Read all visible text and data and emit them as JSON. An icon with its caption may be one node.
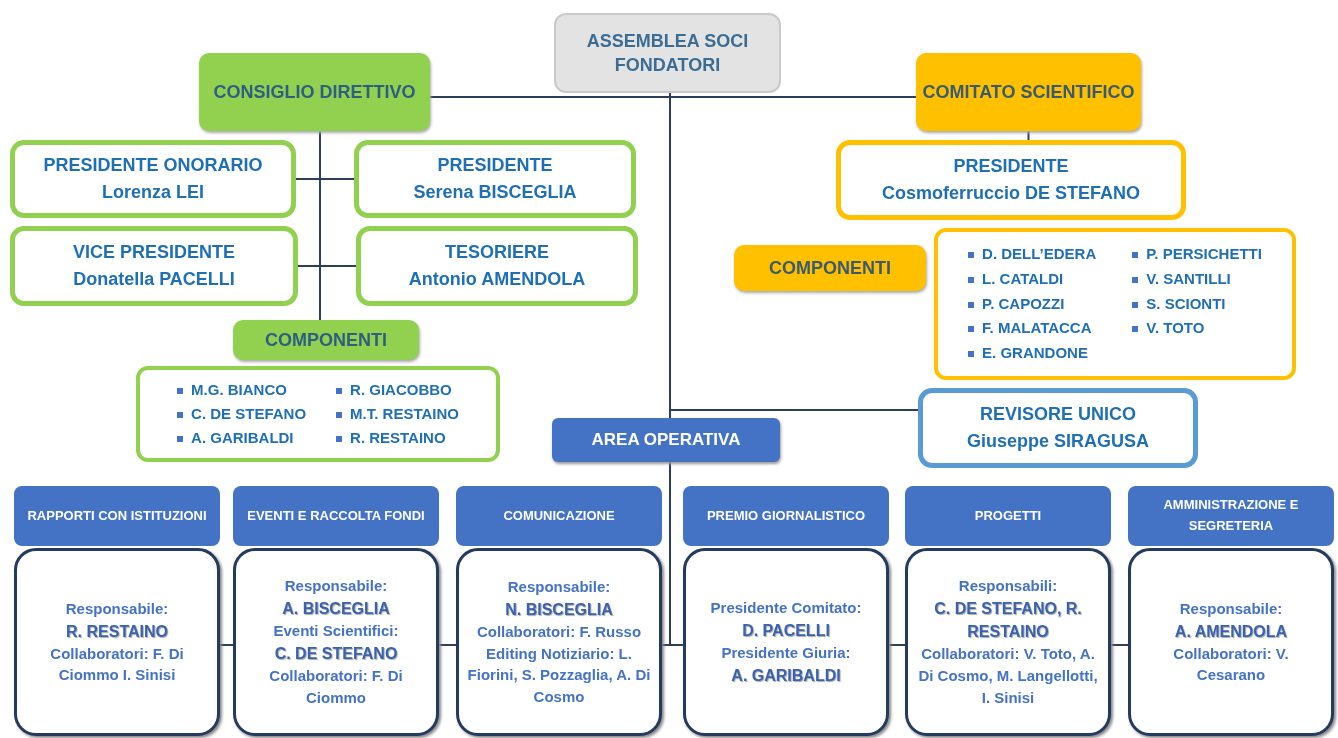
{
  "diagram": {
    "nodes": [
      {
        "text": [
          "ASSEMBLEA SOCI FONDATORI"
        ]
      },
      {
        "text": [
          "CONSIGLIO DIRETTIVO"
        ]
      },
      {
        "text": [
          "COMITATO SCIENTIFICO"
        ]
      },
      {
        "text": [
          "PRESIDENTE ONORARIO",
          "Lorenza LEI"
        ]
      },
      {
        "text": [
          "PRESIDENTE",
          "Serena BISCEGLIA"
        ]
      },
      {
        "text": [
          "VICE PRESIDENTE",
          "Donatella PACELLI"
        ]
      },
      {
        "text": [
          "TESORIERE",
          "Antonio AMENDOLA"
        ]
      },
      {
        "text": [
          "COMPONENTI"
        ]
      },
      {
        "text": [
          "M.G. BIANCO",
          "R. GIACOBBO",
          "C. DE STEFANO",
          "M.T. RESTAINO",
          "A. GARIBALDI",
          "R. RESTAINO"
        ]
      },
      {
        "text": [
          "PRESIDENTE",
          "Cosmoferruccio DE STEFANO"
        ]
      },
      {
        "text": [
          "COMPONENTI"
        ]
      },
      {
        "text": [
          "D. DELL’EDERA",
          "P. PERSICHETTI",
          "L. CATALDI",
          "V. SANTILLI",
          "P. CAPOZZI",
          "S. SCIONTI",
          "F. MALATACCA",
          "V. TOTO",
          "E. GRANDONE"
        ]
      },
      {
        "text": [
          "REVISORE UNICO",
          "Giuseppe SIRAGUSA"
        ]
      },
      {
        "text": [
          "AREA OPERATIVA"
        ]
      },
      {
        "text": [
          "RAPPORTI CON ISTITUZIONI"
        ]
      },
      {
        "text": [
          "Responsabile: **R. RESTAINO** Collaboratori: F. Di Ciommo I. Sinisi"
        ]
      },
      {
        "text": [
          "EVENTI E RACCOLTA FONDI"
        ]
      },
      {
        "text": [
          "Responsabile: **A. BISCEGLIA** Eventi Scientifici: **C. DE STEFANO** Collaboratori: F. Di Ciommo"
        ]
      },
      {
        "text": [
          "COMUNICAZIONE"
        ]
      },
      {
        "text": [
          "Responsabile: **N. BISCEGLIA** Collaboratori: F. Russo Editing Notiziario: L. Fiorini, S. Pozzaglia, A. Di Cosmo"
        ]
      },
      {
        "text": [
          "PREMIO GIORNALISTICO"
        ]
      },
      {
        "text": [
          "Presidente Comitato: **D. PACELLI** Presidente Giuria: **A. GARIBALDI**"
        ]
      },
      {
        "text": [
          "PROGETTI"
        ]
      },
      {
        "text": [
          "Responsabili: **C. DE STEFANO, R. RESTAINO** Collaboratori: V. Toto, A. Di Cosmo, M. Langellotti, I. Sinisi"
        ]
      },
      {
        "text": [
          "AMMINISTRAZIONE E SEGRETERIA"
        ]
      },
      {
        "text": [
          "Responsabile: **A. AMENDOLA** Collaboratori: V. Cesarano"
        ]
      }
    ],
    "edges": [
      {
        "from": 0,
        "to": 1,
        "arrow": "none"
      },
      {
        "from": 0,
        "to": 2,
        "arrow": "none"
      },
      {
        "from": 0,
        "to": 13,
        "arrow": "none"
      },
      {
        "from": 0,
        "to": 12,
        "arrow": "none"
      },
      {
        "from": 1,
        "to": 3,
        "arrow": "none"
      },
      {
        "from": 1,
        "to": 4,
        "arrow": "none"
      },
      {
        "from": 1,
        "to": 5,
        "arrow": "none"
      },
      {
        "from": 1,
        "to": 6,
        "arrow": "none"
      },
      {
        "from": 1,
        "to": 7,
        "arrow": "none"
      },
      {
        "from": 2,
        "to": 9,
        "arrow": "none"
      },
      {
        "from": 13,
        "to": 19,
        "arrow": "none"
      },
      {
        "from": 13,
        "to": 21,
        "arrow": "none"
      },
      {
        "from": 19,
        "to": 17,
        "arrow": "none"
      },
      {
        "from": 17,
        "to": 15,
        "arrow": "none"
      },
      {
        "from": 21,
        "to": 23,
        "arrow": "none"
      },
      {
        "from": 23,
        "to": 25,
        "arrow": "none"
      }
    ]
  }
}
